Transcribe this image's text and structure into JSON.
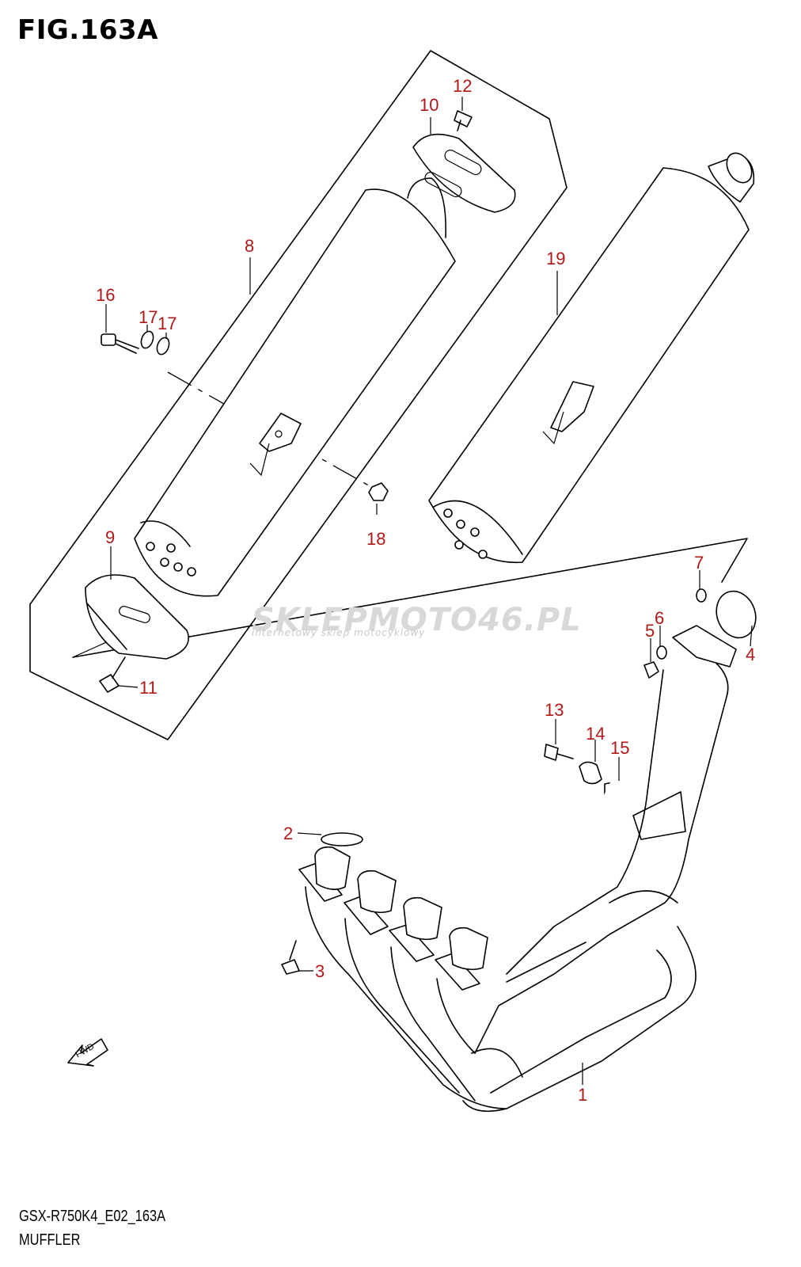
{
  "figure": {
    "title": "FIG.163A",
    "code": "GSX-R750K4_E02_163A",
    "name": "MUFFLER"
  },
  "watermark": {
    "brand": "SKLEPMOTO46.PL",
    "tagline": "internetowy sklep motocyklowy"
  },
  "fwd_label": "FWD",
  "callouts": [
    "1",
    "2",
    "3",
    "4",
    "5",
    "6",
    "7",
    "8",
    "9",
    "10",
    "11",
    "12",
    "13",
    "14",
    "15",
    "16",
    "17",
    "17",
    "18",
    "19"
  ],
  "colors": {
    "callout": "#b01818",
    "line": "#000000",
    "watermark": "#d8d8d8"
  }
}
